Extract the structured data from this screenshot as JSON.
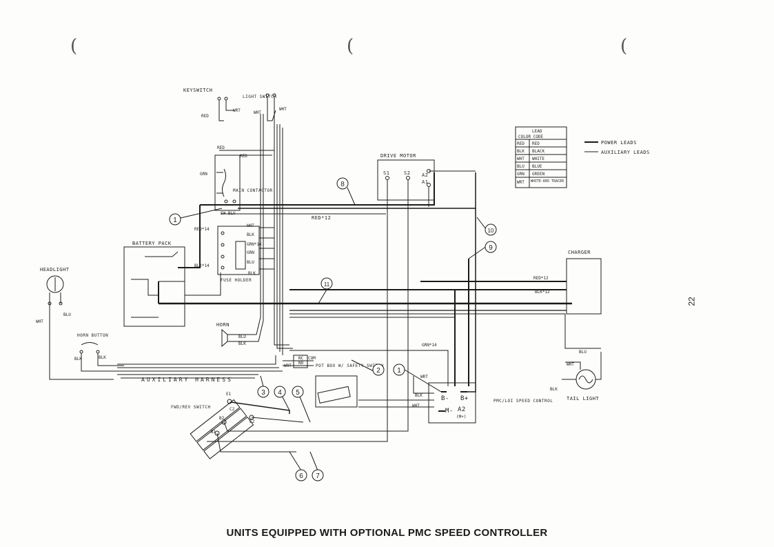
{
  "caption": "UNITS EQUIPPED WITH OPTIONAL PMC SPEED CONTROLLER",
  "page_number": "22",
  "colors": {
    "ink": "#1a1a1a",
    "paper": "#fdfdfb"
  },
  "legend": {
    "header": [
      "LEAD",
      "COLOR CODE"
    ],
    "rows": [
      [
        "RED",
        "RED"
      ],
      [
        "BLK",
        "BLACK"
      ],
      [
        "WHT",
        "WHITE"
      ],
      [
        "BLU",
        "BLUE"
      ],
      [
        "GRN",
        "GREEN"
      ],
      [
        "WRT",
        "WHITE-RED TRACER"
      ]
    ],
    "power_leads": "POWER LEADS",
    "auxiliary_leads": "AUXILIARY LEADS"
  },
  "components": {
    "keyswitch": "KEYSWITCH",
    "light_switch": "LIGHT SWITCH",
    "main_contactor": "MAIN CONTACTOR",
    "battery_pack": "BATTERY PACK",
    "fuse_holder": "FUSE HOLDER",
    "headlight": "HEADLIGHT",
    "horn_button": "HORN BUTTON",
    "horn": "HORN",
    "auxiliary_harness": "AUXILIARY HARNESS",
    "fwd_rev_switch": "FWD/REV SWITCH",
    "drive_motor": "DRIVE MOTOR",
    "charger": "CHARGER",
    "pot_box": "POT BOX W/ SAFETY SWITCH",
    "speed_control": "PMC/LOI SPEED CONTROL",
    "tail_light": "TAIL LIGHT"
  },
  "wire_labels": {
    "red": "RED",
    "wht": "WHT",
    "blk": "BLK",
    "blu": "BLU",
    "grn": "GRN",
    "wrt": "WRT",
    "red14": "RED*14",
    "blk14": "BLK*14",
    "grn14": "GRN*14",
    "red12": "RED*12",
    "blk12": "BLK*12",
    "sw_blu": "SW BLU"
  },
  "terminals": {
    "s1": "S1",
    "s2": "S2",
    "a2": "A2",
    "a1": "A1",
    "b_minus": "B-",
    "b_plus": "B+",
    "m_minus": "M-",
    "a2_m": "A2",
    "m_plus": "(M+)",
    "e1": "E1",
    "e2": "E2",
    "b2": "B2",
    "b1": "B1",
    "c2": "C2",
    "nc": "NC",
    "no": "NO",
    "com": "COM"
  },
  "callouts": [
    "1",
    "2",
    "3",
    "4",
    "5",
    "6",
    "7",
    "8",
    "9",
    "10",
    "11",
    "1"
  ]
}
